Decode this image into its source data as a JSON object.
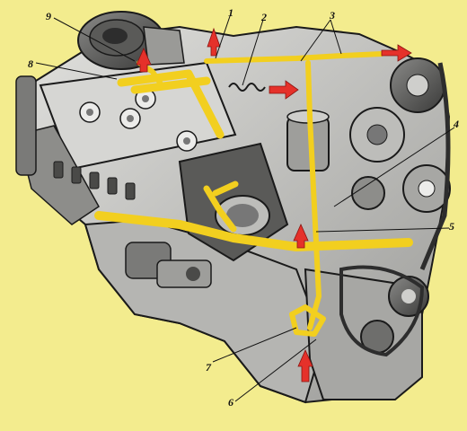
{
  "colors": {
    "background": "#f3ec8e",
    "engine_body": "#c9c9c6",
    "engine_shadow": "#6e6e6c",
    "engine_dark": "#2d2d2d",
    "oil_channel": "#f2cf1f",
    "flow_arrow": "#e5312a",
    "outline": "#1a1a1a"
  },
  "callouts": [
    {
      "id": "1",
      "label": "1"
    },
    {
      "id": "2",
      "label": "2"
    },
    {
      "id": "3",
      "label": "3"
    },
    {
      "id": "4",
      "label": "4"
    },
    {
      "id": "5",
      "label": "5"
    },
    {
      "id": "6",
      "label": "6"
    },
    {
      "id": "7",
      "label": "7"
    },
    {
      "id": "8",
      "label": "8"
    },
    {
      "id": "9",
      "label": "9"
    }
  ],
  "icons": [
    "flow-arrow-icon",
    "bolt-head-icon",
    "pulley-icon"
  ]
}
